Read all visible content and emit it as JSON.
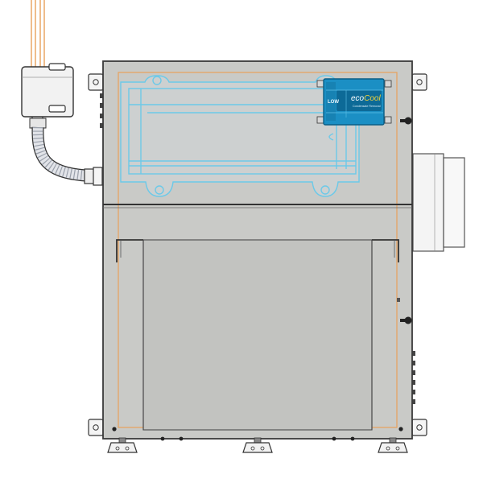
{
  "diagram": {
    "logo": {
      "brand": "ecoCool",
      "brand_prefix": "eco",
      "brand_suffix": "Cool",
      "tagline": "Condensate Removal",
      "side_text": "LOW"
    }
  },
  "colors": {
    "cabinet_fill": "#c9cac7",
    "cabinet_stroke": "#3a3a3a",
    "door_fill": "#c2c3c0",
    "wire_orange": "#e8a15a",
    "ghost_cyan": "#6cc9e8",
    "logo_blue": "#1b8fc4",
    "logo_dark": "#0b5f86",
    "accent_yellow": "#f2d43a",
    "junction_box": "#f2f2f2",
    "conduit": "#d9dbe0"
  }
}
